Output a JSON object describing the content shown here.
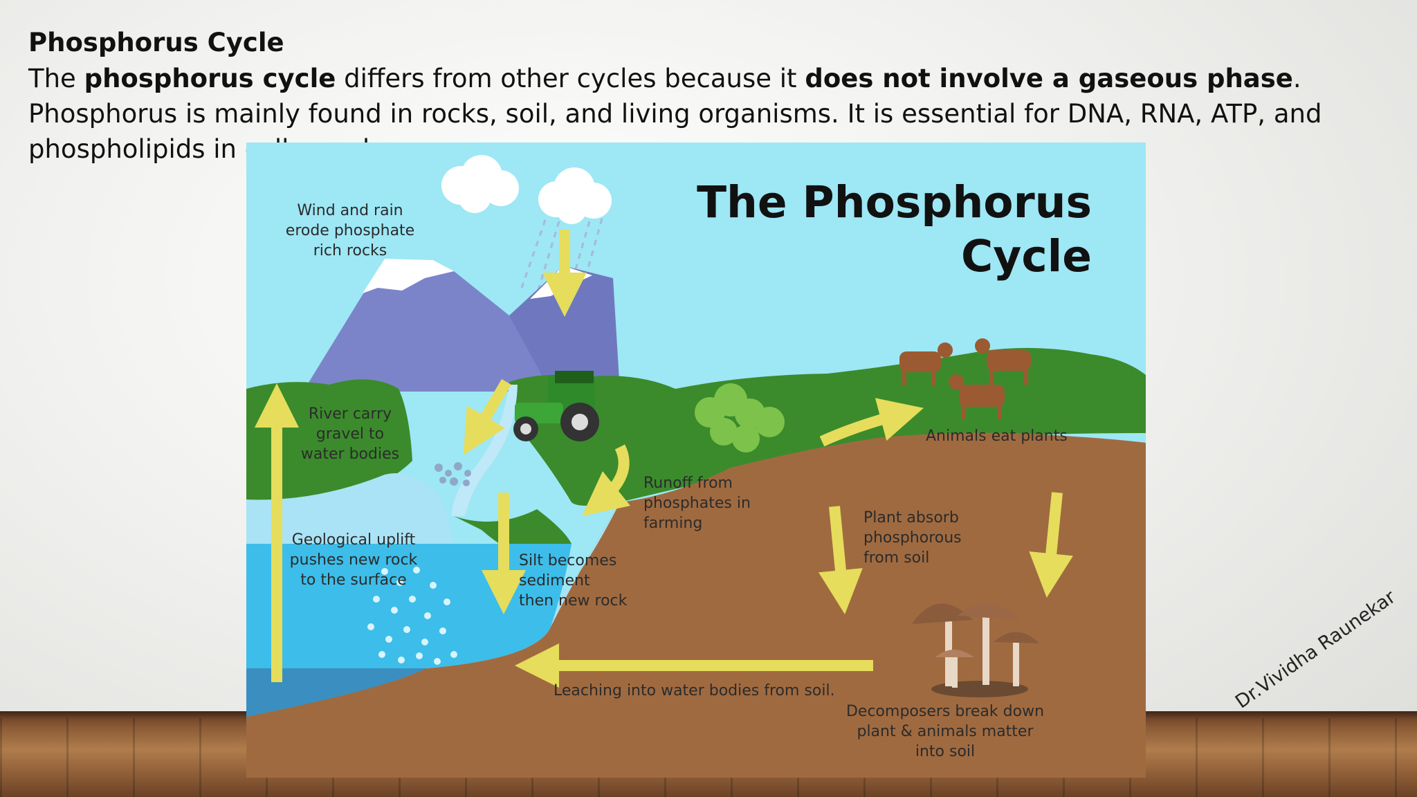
{
  "slide": {
    "title": "Phosphorus Cycle",
    "body": {
      "part1": "The ",
      "bold1": "phosphorus cycle",
      "part2": " differs from other cycles because it ",
      "bold2": "does not involve a gaseous phase",
      "part3": ". Phosphorus is mainly found in rocks, soil, and living organisms. It is essential for DNA, RNA, ATP, and phospholipids in cell membranes."
    },
    "signature": "Dr.Vividha Raunekar"
  },
  "diagram": {
    "title_line1": "The Phosphorus",
    "title_line2": "Cycle",
    "labels": {
      "wind_rain": [
        "Wind and rain",
        "erode phosphate",
        "rich rocks"
      ],
      "river": [
        "River carry",
        "gravel to",
        "water bodies"
      ],
      "runoff": [
        "Runoff from",
        "phosphates in",
        "farming"
      ],
      "animals": [
        "Animals eat plants"
      ],
      "plant_absorb": [
        "Plant absorb",
        "phosphorous",
        "from soil"
      ],
      "uplift": [
        "Geological uplift",
        "pushes new rock",
        "to the surface"
      ],
      "silt": [
        "Silt becomes",
        "sediment",
        "then new rock"
      ],
      "leaching": [
        "Leaching into water bodies from soil."
      ],
      "decomposers": [
        "Decomposers break down",
        "plant & animals matter",
        "into soil"
      ]
    },
    "colors": {
      "sky": "#9ee7f5",
      "mountain": "#7b84c9",
      "grass": "#3b8b2c",
      "soil": "#a06a40",
      "water": "#3dbde9",
      "arrow": "#e6dd5c"
    }
  }
}
